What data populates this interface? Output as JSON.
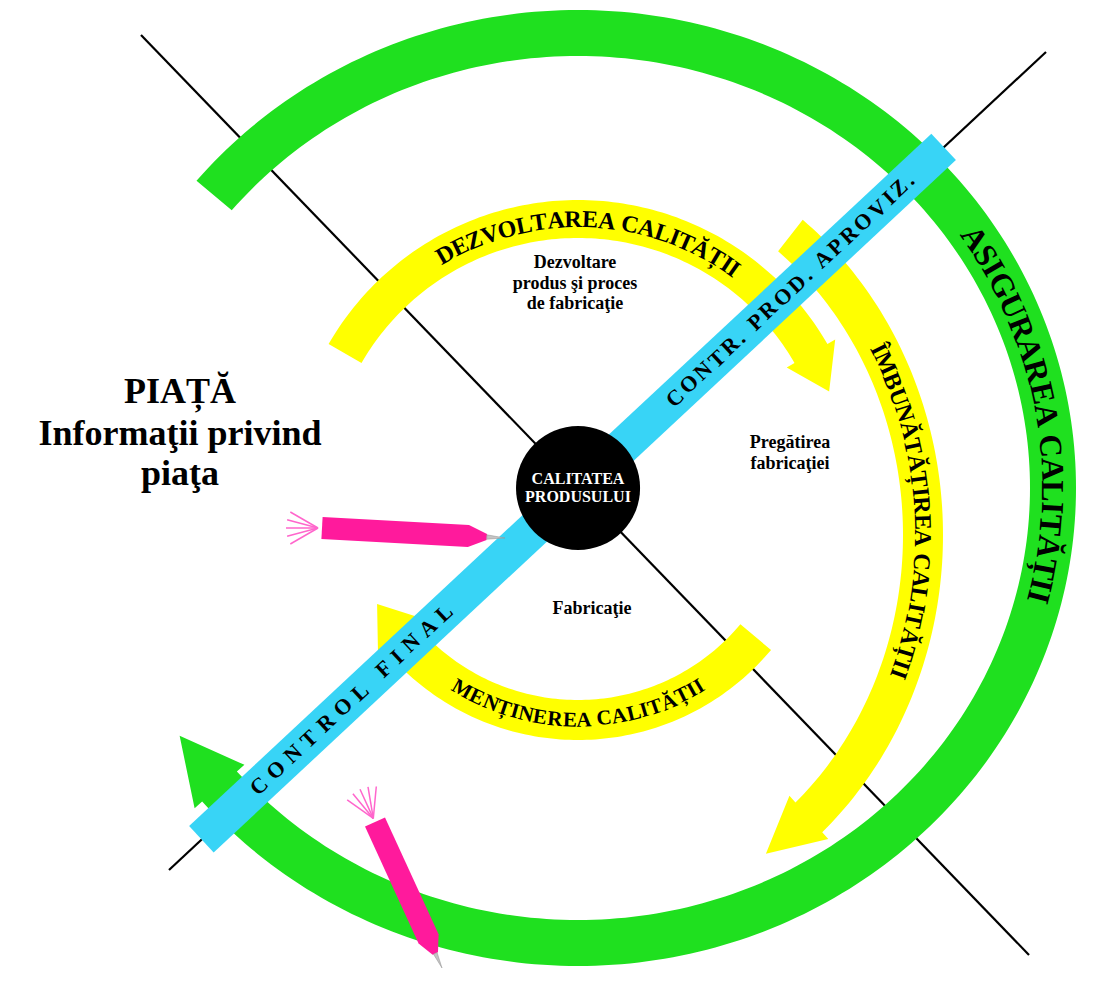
{
  "diagram": {
    "nodes": [
      {
        "text": [
          "DEZVOLTAREA CALITĂȚII"
        ]
      },
      {
        "text": [
          "CONTR. PROD. APROVIZ."
        ]
      },
      {
        "text": [
          "ÎMBUNĂTĂȚIREA CALITĂȚII"
        ]
      },
      {
        "text": [
          "ASIGURAREA CALITĂȚII"
        ]
      },
      {
        "text": [
          "CALITATEA PRODUSULUI"
        ]
      },
      {
        "text": [
          "MENȚINEREA CALITĂȚII"
        ]
      },
      {
        "text": [
          "CONTROL FINAL"
        ]
      }
    ],
    "labels": [
      "PIAȚĂ",
      "Informaţii privind piaţa",
      "Dezvoltare produs şi proces de fabricaţie",
      "Pregătirea fabricaţiei",
      "Fabricaţie"
    ]
  }
}
